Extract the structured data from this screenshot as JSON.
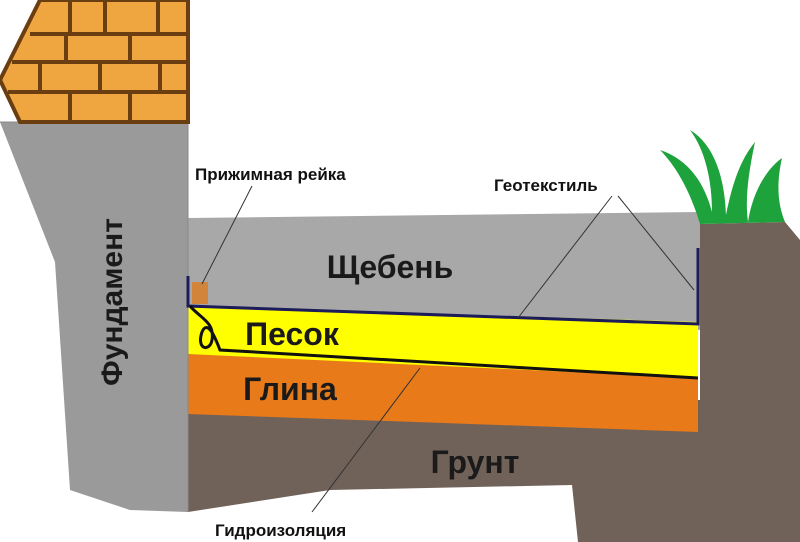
{
  "labels": {
    "foundation": "Фундамент",
    "gravel": "Щебень",
    "sand": "Песок",
    "clay": "Глина",
    "soil": "Грунт",
    "clamp_strip": "Прижимная рейка",
    "geotextile": "Геотекстиль",
    "waterproofing": "Гидроизоляция"
  },
  "colors": {
    "brick": "#f0a640",
    "mortar": "#6b3e12",
    "foundation": "#9a9a9a",
    "gravel": "#a8a8a8",
    "sand": "#ffff00",
    "clay": "#e87a1a",
    "soil": "#716259",
    "grass": "#1ea23c",
    "membrane": "#1c1c5a",
    "clamp": "#d2843a",
    "text": "#1a1a1a"
  }
}
